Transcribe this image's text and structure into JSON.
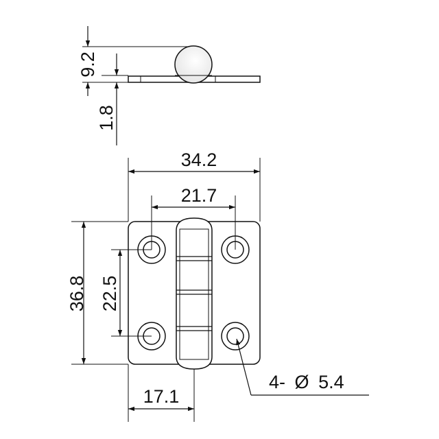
{
  "dimensions": {
    "side_height": "9.2",
    "plate_thickness": "1.8",
    "overall_width": "34.2",
    "hole_spacing_horizontal": "21.7",
    "overall_height": "36.8",
    "hole_spacing_vertical": "22.5",
    "half_width": "17.1",
    "hole_callout_qty": "4-",
    "hole_callout_symbol": "Ø",
    "hole_callout_diameter": "5.4"
  },
  "colors": {
    "line": "#111111",
    "background": "#ffffff"
  }
}
